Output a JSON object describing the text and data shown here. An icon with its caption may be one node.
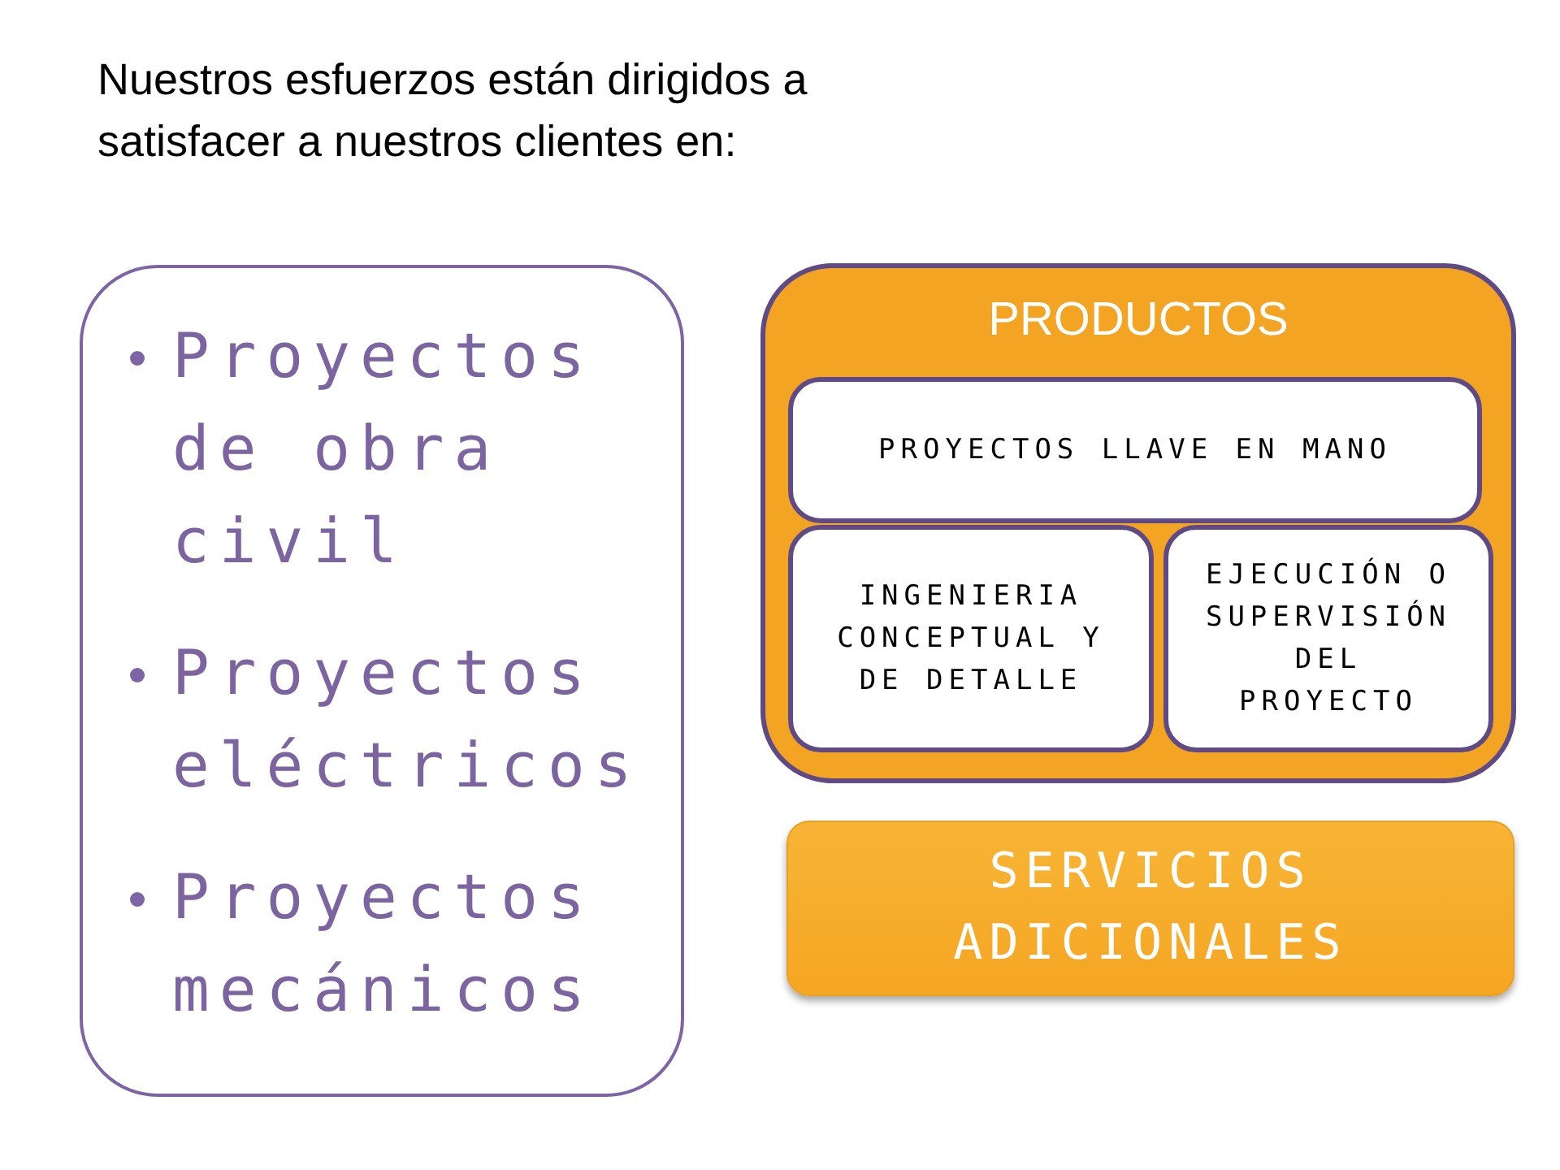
{
  "diagram": {
    "title": "Nuestros esfuerzos están dirigidos a satisfacer a nuestros clientes en:",
    "nodes": [
      {
        "text": [
          "Proyectos de obra civil",
          "Proyectos eléctricos",
          "Proyectos mecánicos"
        ]
      },
      {
        "text": [
          "PRODUCTOS"
        ]
      },
      {
        "text": [
          "PROYECTOS LLAVE EN MANO"
        ],
        "in": 1
      },
      {
        "text": [
          "INGENIERIA CONCEPTUAL Y DE DETALLE"
        ],
        "in": 1
      },
      {
        "text": [
          "EJECUCIÓN O SUPERVISIÓN DEL PROYECTO"
        ],
        "in": 1
      },
      {
        "text": [
          "SERVICIOS ADICIONALES"
        ]
      }
    ]
  }
}
